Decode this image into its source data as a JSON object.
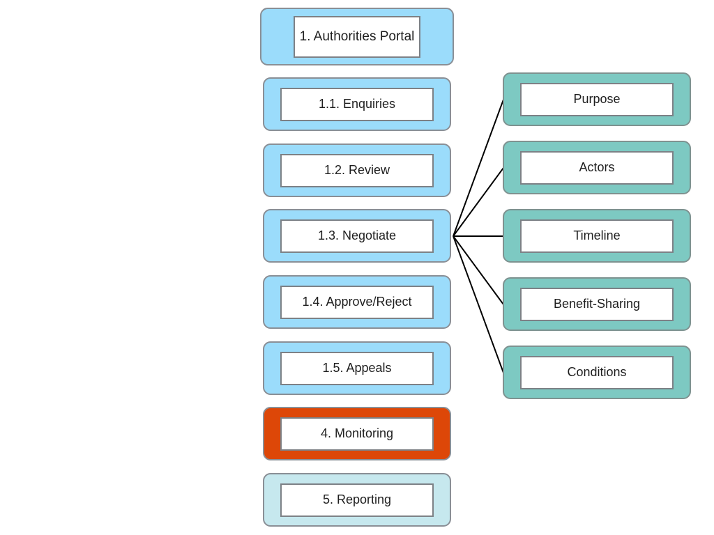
{
  "diagram": {
    "root": {
      "label": "1. Authorities Portal",
      "color": "#9bdcfb"
    },
    "steps": [
      {
        "id": "enquiries",
        "label": "1.1. Enquiries",
        "color": "#9bdcfb"
      },
      {
        "id": "review",
        "label": "1.2. Review",
        "color": "#9bdcfb"
      },
      {
        "id": "negotiate",
        "label": "1.3. Negotiate",
        "color": "#9bdcfb"
      },
      {
        "id": "approve-reject",
        "label": "1.4. Approve/Reject",
        "color": "#9bdcfb"
      },
      {
        "id": "appeals",
        "label": "1.5. Appeals",
        "color": "#9bdcfb"
      },
      {
        "id": "monitoring",
        "label": "4. Monitoring",
        "color": "#dd4708"
      },
      {
        "id": "reporting",
        "label": "5. Reporting",
        "color": "#c6e8ee"
      }
    ],
    "negotiate_topics": [
      {
        "id": "purpose",
        "label": "Purpose",
        "color": "#7dc9c2"
      },
      {
        "id": "actors",
        "label": "Actors",
        "color": "#7dc9c2"
      },
      {
        "id": "timeline",
        "label": "Timeline",
        "color": "#7dc9c2"
      },
      {
        "id": "benefit-sharing",
        "label": "Benefit-Sharing",
        "color": "#7dc9c2"
      },
      {
        "id": "conditions",
        "label": "Conditions",
        "color": "#7dc9c2"
      }
    ],
    "edges": [
      {
        "from": "negotiate",
        "to": "purpose"
      },
      {
        "from": "negotiate",
        "to": "actors"
      },
      {
        "from": "negotiate",
        "to": "timeline"
      },
      {
        "from": "negotiate",
        "to": "benefit-sharing"
      },
      {
        "from": "negotiate",
        "to": "conditions"
      }
    ]
  }
}
